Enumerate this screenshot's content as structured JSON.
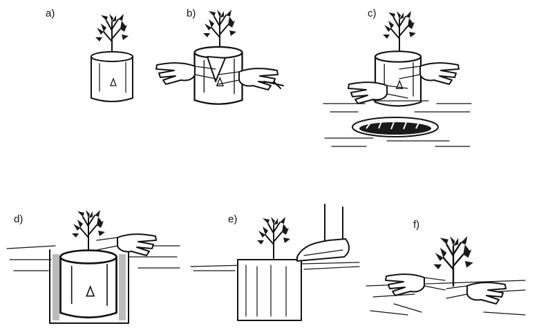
{
  "panels": [
    {
      "id": "a",
      "label": "a)"
    },
    {
      "id": "b",
      "label": "b)"
    },
    {
      "id": "c",
      "label": "c)"
    },
    {
      "id": "d",
      "label": "d)"
    },
    {
      "id": "e",
      "label": "e)"
    },
    {
      "id": "f",
      "label": "f)"
    }
  ],
  "colors": {
    "ink": "#111111",
    "paper": "#ffffff"
  },
  "icons": [
    "seedling-icon",
    "pot-icon",
    "hand-icon",
    "planting-hole-icon",
    "shoe-icon",
    "ground-icon"
  ]
}
